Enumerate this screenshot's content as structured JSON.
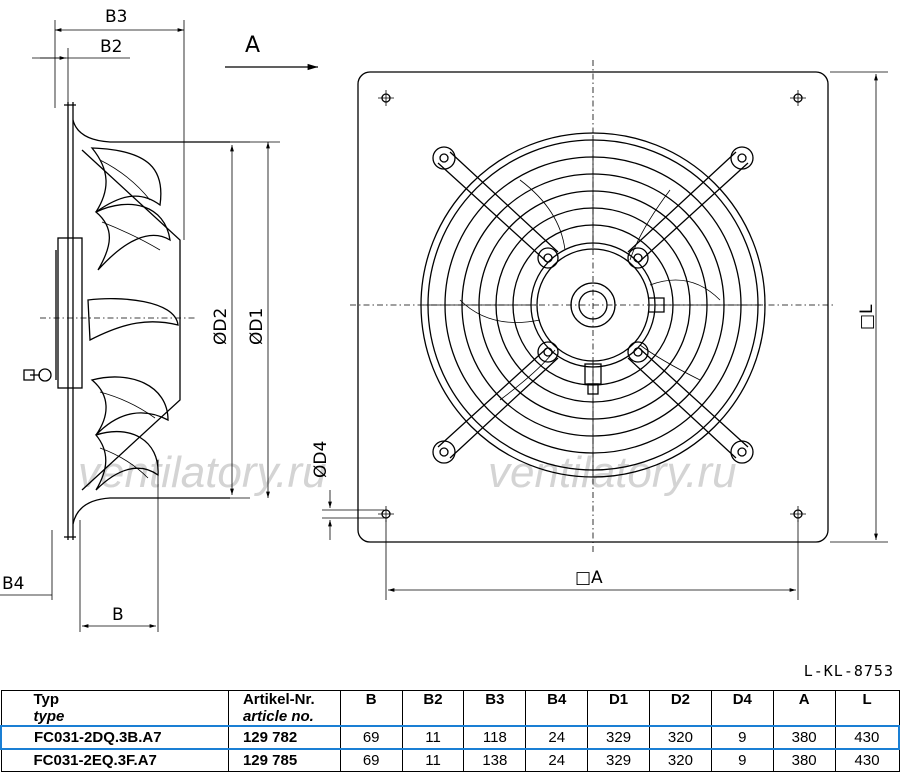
{
  "labels": {
    "B3": "B3",
    "B2": "B2",
    "A_view": "A",
    "D2": "ØD2",
    "D1": "ØD1",
    "D4": "ØD4",
    "B4": "B4",
    "B": "B",
    "A_dim": "□A",
    "L_dim": "□L"
  },
  "watermarks": [
    "ventilatory.ru",
    "ventilatory.ru"
  ],
  "doc_ref": "L-KL-8753",
  "table": {
    "headers": [
      {
        "main": "Typ",
        "sub": "type"
      },
      {
        "main": "Artikel-Nr.",
        "sub": "article no."
      },
      {
        "main": "B"
      },
      {
        "main": "B2"
      },
      {
        "main": "B3"
      },
      {
        "main": "B4"
      },
      {
        "main": "D1"
      },
      {
        "main": "D2"
      },
      {
        "main": "D4"
      },
      {
        "main": "A"
      },
      {
        "main": "L"
      }
    ],
    "rows": [
      {
        "type": "FC031-2DQ.3B.A7",
        "article": "129 782",
        "values": [
          "69",
          "11",
          "118",
          "24",
          "329",
          "320",
          "9",
          "380",
          "430"
        ],
        "highlight": true
      },
      {
        "type": "FC031-2EQ.3F.A7",
        "article": "129 785",
        "values": [
          "69",
          "11",
          "138",
          "24",
          "329",
          "320",
          "9",
          "380",
          "430"
        ],
        "highlight": false
      }
    ]
  },
  "colors": {
    "highlight": "#1a7fd4",
    "watermark": "#d4d4d4"
  }
}
